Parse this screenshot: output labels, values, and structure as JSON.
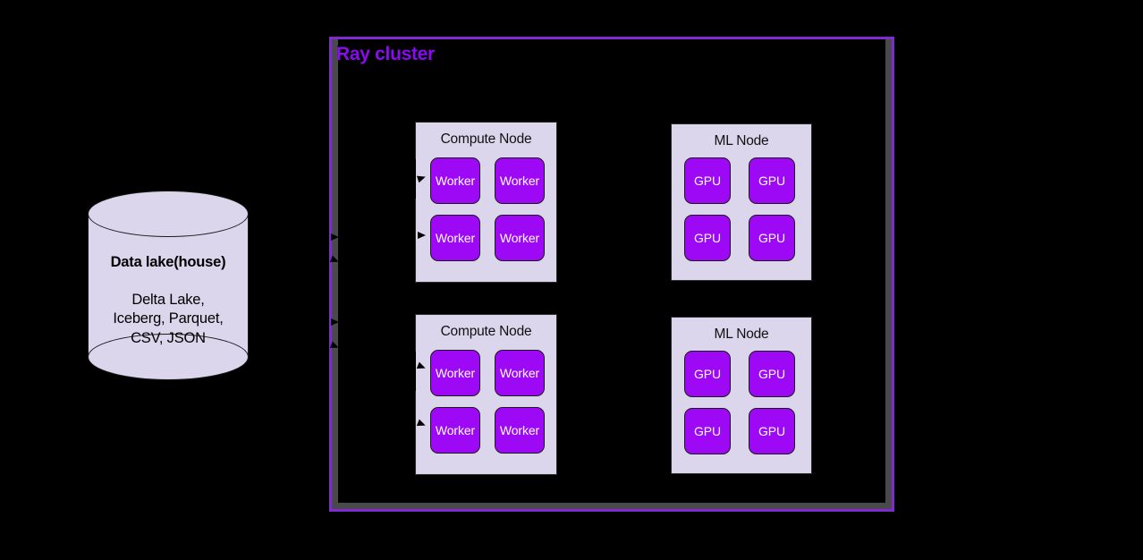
{
  "diagram": {
    "type": "architecture-diagram",
    "background_color": "#000000",
    "accent_color": "#8A0BEF",
    "node_fill_color": "#DCD6ED",
    "chip_fill_color": "#9D09F5",
    "frame_border_color": "#7F2BD1"
  },
  "datalake": {
    "title": "Data lake(house)",
    "formats": [
      "Delta Lake,",
      "Iceberg, Parquet,",
      "CSV, JSON"
    ]
  },
  "cluster": {
    "title": "Ray cluster",
    "nodes": [
      {
        "id": "compute-node-1",
        "title": "Compute Node",
        "chips": [
          "Worker",
          "Worker",
          "Worker",
          "Worker"
        ]
      },
      {
        "id": "ml-node-1",
        "title": "ML Node",
        "chips": [
          "GPU",
          "GPU",
          "GPU",
          "GPU"
        ]
      },
      {
        "id": "compute-node-2",
        "title": "Compute Node",
        "chips": [
          "Worker",
          "Worker",
          "Worker",
          "Worker"
        ]
      },
      {
        "id": "ml-node-2",
        "title": "ML Node",
        "chips": [
          "GPU",
          "GPU",
          "GPU",
          "GPU"
        ]
      }
    ]
  }
}
